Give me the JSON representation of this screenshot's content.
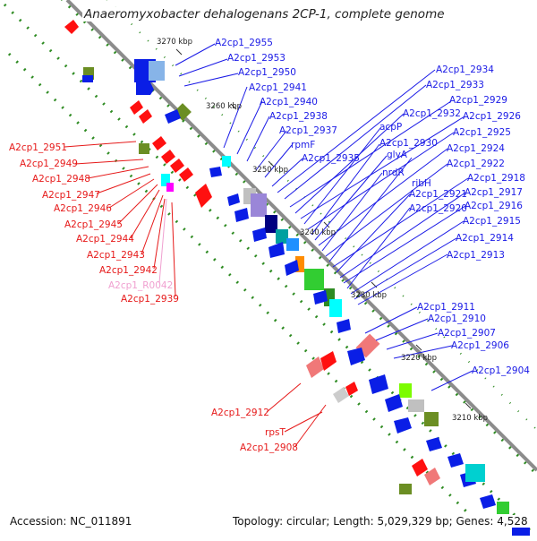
{
  "title": "Anaeromyxobacter dehalogenans 2CP-1, complete genome",
  "footer": {
    "accession": "Accession: NC_011891",
    "summary": "Topology: circular; Length: 5,029,329 bp; Genes: 4,528"
  },
  "colors": {
    "axis": "#8c8c8c",
    "dots": "#2e8b22",
    "label_blue": "#1a1ae6",
    "label_red": "#e61a1a",
    "label_pink": "#f0a0d0",
    "gene_blue": "#0a1ee6",
    "gene_red": "#ff1010"
  },
  "ticks": [
    "3270 kbp",
    "3260 kbp",
    "3250 kbp",
    "3240 kbp",
    "3230 kbp",
    "3220 kbp",
    "3210 kbp"
  ],
  "labels_blue": [
    "A2cp1_2955",
    "A2cp1_2953",
    "A2cp1_2950",
    "A2cp1_2941",
    "A2cp1_2940",
    "A2cp1_2938",
    "A2cp1_2937",
    "rpmF",
    "A2cp1_2935",
    "A2cp1_2934",
    "A2cp1_2933",
    "A2cp1_2929",
    "A2cp1_2932",
    "A2cp1_2926",
    "acpP",
    "A2cp1_2925",
    "A2cp1_2930",
    "glyA",
    "A2cp1_2924",
    "nrdR",
    "A2cp1_2922",
    "ribH",
    "A2cp1_2918",
    "A2cp1_2921",
    "A2cp1_2917",
    "A2cp1_2916",
    "A2cp1_2920",
    "A2cp1_2915",
    "A2cp1_2914",
    "A2cp1_2913",
    "A2cp1_2911",
    "A2cp1_2910",
    "A2cp1_2907",
    "A2cp1_2906",
    "A2cp1_2904"
  ],
  "labels_red": [
    "A2cp1_2951",
    "A2cp1_2949",
    "A2cp1_2948",
    "A2cp1_2947",
    "A2cp1_2946",
    "A2cp1_2945",
    "A2cp1_2944",
    "A2cp1_2943",
    "A2cp1_2942",
    "A2cp1_2939",
    "A2cp1_2912",
    "rpsT",
    "A2cp1_2908"
  ],
  "labels_pink": [
    "A2cp1_R0042"
  ]
}
